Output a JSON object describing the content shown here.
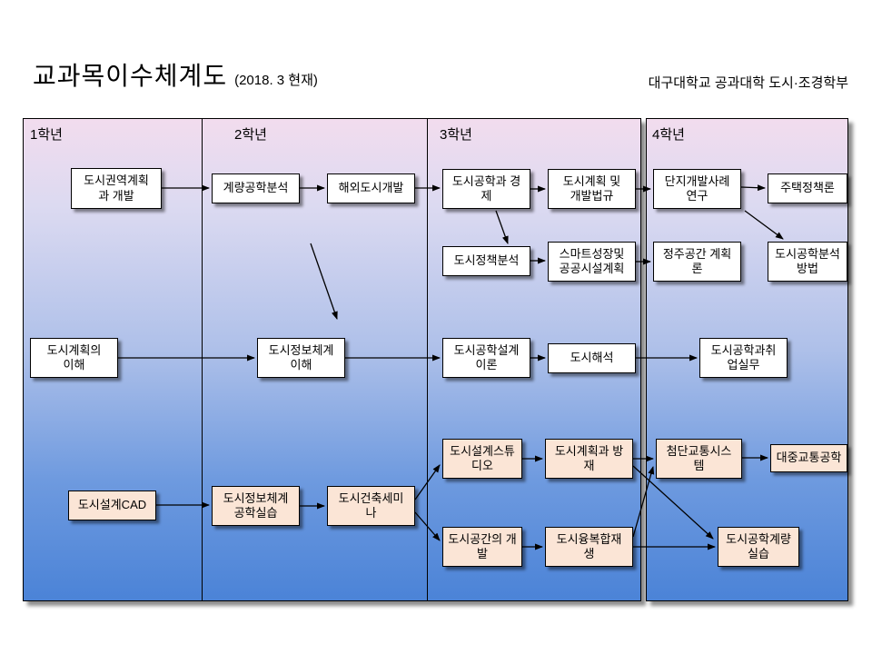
{
  "page": {
    "title": "교과목이수체계도",
    "subtitle": "(2018. 3 현재)",
    "org": "대구대학교 공과대학 도시·조경학부"
  },
  "columns": [
    {
      "label": "1학년"
    },
    {
      "label": "2학년"
    },
    {
      "label": "3학년"
    },
    {
      "label": "4학년"
    }
  ],
  "colors": {
    "box_default": "#FFFFFF",
    "box_practical": "#FBE5D6",
    "panel_gradient_top": "#F2DCEE",
    "panel_gradient_bottom": "#4B83D7"
  },
  "nodes": {
    "y1_regional": {
      "label": "도시권역계획\n과 개발"
    },
    "y1_planning": {
      "label": "도시계획의\n이해"
    },
    "y1_cad": {
      "label": "도시설계CAD"
    },
    "y2_quant": {
      "label": "계량공학분석"
    },
    "y2_overseas": {
      "label": "해외도시개발"
    },
    "y2_gis": {
      "label": "도시정보체계\n이해"
    },
    "y2_gis_practice": {
      "label": "도시정보체계\n공학실습"
    },
    "y2_seminar": {
      "label": "도시건축세미\n나"
    },
    "y3_econ": {
      "label": "도시공학과 경\n제"
    },
    "y3_law": {
      "label": "도시계획 및\n개발법규"
    },
    "y3_policy": {
      "label": "도시정책분석"
    },
    "y3_smart": {
      "label": "스마트성장및\n공공시설계획"
    },
    "y3_design_theory": {
      "label": "도시공학설계\n이론"
    },
    "y3_analysis": {
      "label": "도시해석"
    },
    "y3_studio": {
      "label": "도시설계스튜\n디오"
    },
    "y3_disaster": {
      "label": "도시계획과 방\n재"
    },
    "y3_space_dev": {
      "label": "도시공간의 개\n발"
    },
    "y3_regen": {
      "label": "도시융복합재\n생"
    },
    "y4_case": {
      "label": "단지개발사례\n연구"
    },
    "y4_housing": {
      "label": "주택정책론"
    },
    "y4_settlement": {
      "label": "정주공간 계획\n론"
    },
    "y4_methods": {
      "label": "도시공학분석\n방법"
    },
    "y4_career": {
      "label": "도시공학과취\n업실무"
    },
    "y4_its": {
      "label": "첨단교통시스\n템"
    },
    "y4_transit": {
      "label": "대중교통공학"
    },
    "y4_quant_practice": {
      "label": "도시공학계량\n실습"
    }
  },
  "edges": [
    {
      "from": "y1_regional",
      "to": "y2_quant"
    },
    {
      "from": "y2_quant",
      "to": "y2_overseas"
    },
    {
      "from": "y2_overseas",
      "to": "y3_econ"
    },
    {
      "from": "y3_econ",
      "to": "y3_law"
    },
    {
      "from": "y3_law",
      "to": "y4_case"
    },
    {
      "from": "y4_case",
      "to": "y4_housing"
    },
    {
      "from": "y4_case",
      "to": "y4_methods"
    },
    {
      "from": "y3_econ",
      "to": "y3_policy"
    },
    {
      "from": "y3_policy",
      "to": "y3_smart"
    },
    {
      "from": "y3_smart",
      "to": "y4_settlement"
    },
    {
      "from": "y2_overseas",
      "to": "y2_gis"
    },
    {
      "from": "y1_planning",
      "to": "y2_gis"
    },
    {
      "from": "y2_gis",
      "to": "y3_design_theory"
    },
    {
      "from": "y3_design_theory",
      "to": "y3_analysis"
    },
    {
      "from": "y3_analysis",
      "to": "y4_career"
    },
    {
      "from": "y1_cad",
      "to": "y2_gis_practice"
    },
    {
      "from": "y2_gis_practice",
      "to": "y2_seminar"
    },
    {
      "from": "y2_seminar",
      "to": "y3_studio"
    },
    {
      "from": "y2_seminar",
      "to": "y3_space_dev"
    },
    {
      "from": "y3_studio",
      "to": "y3_disaster"
    },
    {
      "from": "y3_disaster",
      "to": "y4_its"
    },
    {
      "from": "y4_its",
      "to": "y4_transit"
    },
    {
      "from": "y3_space_dev",
      "to": "y3_regen"
    },
    {
      "from": "y3_regen",
      "to": "y4_quant_practice"
    },
    {
      "from": "y3_disaster",
      "to": "y4_quant_practice"
    },
    {
      "from": "y3_regen",
      "to": "y4_its"
    }
  ]
}
